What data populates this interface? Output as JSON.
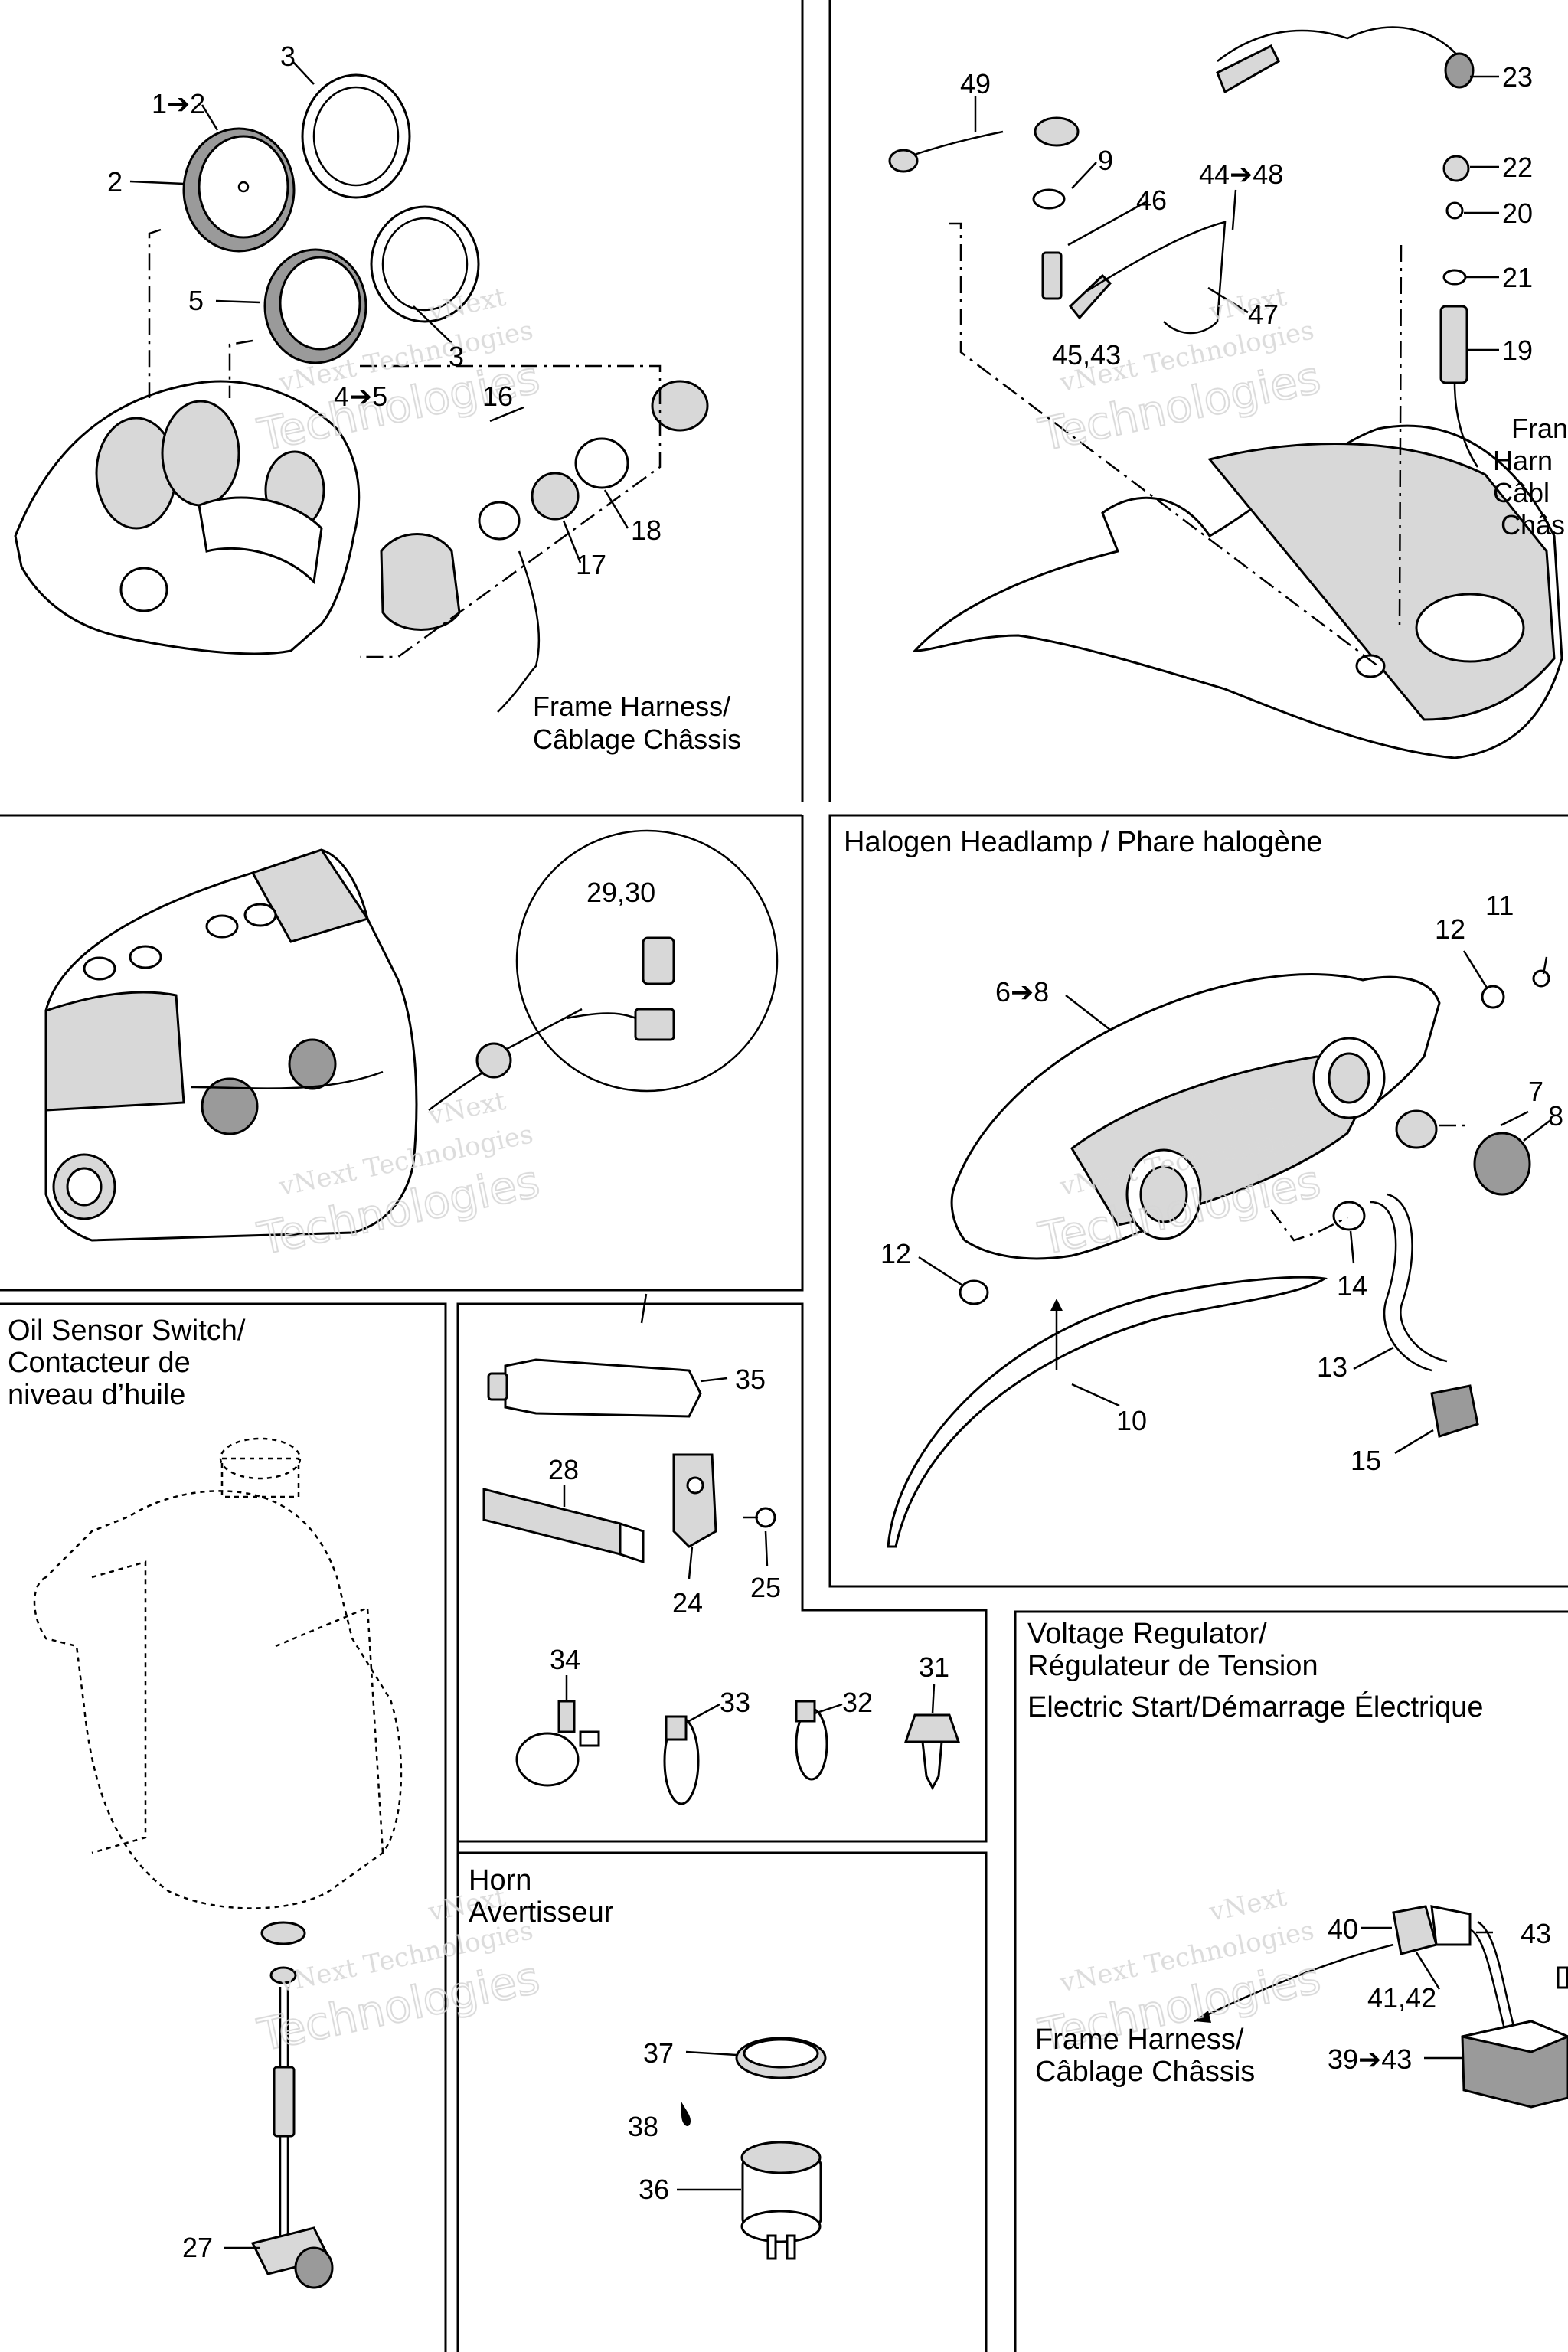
{
  "watermark": {
    "line1": "vNext",
    "line2": "vNext Technologies",
    "line3": "Technologies"
  },
  "panels": {
    "gauges": {
      "callouts": [
        "1➔2",
        "2",
        "3",
        "5",
        "3",
        "4➔5",
        "16",
        "17",
        "18"
      ],
      "harness_label_1": "Frame Harness/",
      "harness_label_2": "Câblage Châssis"
    },
    "fairing": {
      "callouts": [
        "49",
        "9",
        "44➔48",
        "46",
        "47",
        "45,43",
        "23",
        "22",
        "20",
        "21",
        "19"
      ],
      "harness_label_1": "Fran",
      "harness_label_2": "Harn",
      "harness_label_3": "Câbl",
      "harness_label_4": "Châs"
    },
    "engine": {
      "callouts": [
        "29,30"
      ]
    },
    "headlamp": {
      "title": "Halogen Headlamp / Phare halogène",
      "callouts": [
        "11",
        "12",
        "6➔8",
        "7",
        "8",
        "12",
        "14",
        "13",
        "10",
        "15"
      ]
    },
    "oil_sensor": {
      "title_line1": "Oil Sensor Switch/",
      "title_line2": "Contacteur de",
      "title_line3": "niveau d’huile",
      "callouts": [
        "27"
      ]
    },
    "hardware": {
      "callouts": [
        "35",
        "28",
        "24",
        "25",
        "34",
        "33",
        "32",
        "31"
      ]
    },
    "horn": {
      "title_line1": "Horn",
      "title_line2": "Avertisseur",
      "callouts": [
        "37",
        "38",
        "36"
      ]
    },
    "regulator": {
      "title_line1": "Voltage Regulator/",
      "title_line2": "Régulateur de Tension",
      "title_line3": "Electric Start/Démarrage Électrique",
      "callouts": [
        "40",
        "43",
        "41,42",
        "39➔43"
      ],
      "harness_label_1": "Frame Harness/",
      "harness_label_2": "Câblage Châssis"
    }
  }
}
